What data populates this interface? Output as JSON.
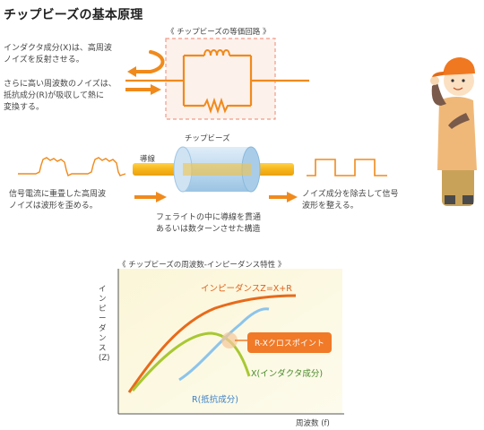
{
  "title": "チップビーズの基本原理",
  "circuit": {
    "label": "《 チップビーズの等価回路 》",
    "text_reflect": [
      "インダクタ成分(X)は、高周波",
      "ノイズを反射させる。"
    ],
    "text_absorb": [
      "さらに高い周波数のノイズは、",
      "抵抗成分(R)が吸収して熱に",
      "変換する。"
    ]
  },
  "bead": {
    "label": "チップビーズ",
    "conductor_label": "導線",
    "input_text": [
      "信号電流に重畳した高周波",
      "ノイズは波形を歪める。"
    ],
    "structure_text": [
      "フェライトの中に導線を貫通",
      "あるいは数ターンさせた構造"
    ],
    "output_text": [
      "ノイズ成分を除去して信号",
      "波形を整える。"
    ]
  },
  "impedance_chart": {
    "label": "《 チップビーズの周波数-インピーダンス特性 》",
    "y_label": "インピーダンス(Z)",
    "x_label": "周波数 (f)",
    "z_label": "インピーダンスZ=X+R",
    "x_curve_label": "X(インダクタ成分)",
    "r_curve_label": "R(抵抗成分)",
    "crosspoint_label": "R-Xクロスポイント"
  },
  "colors": {
    "orange": "#f08a1c",
    "z_curve": "#e86a1a",
    "x_curve": "#a8c832",
    "r_curve": "#8cc4ec",
    "callout": "#f07a28"
  }
}
